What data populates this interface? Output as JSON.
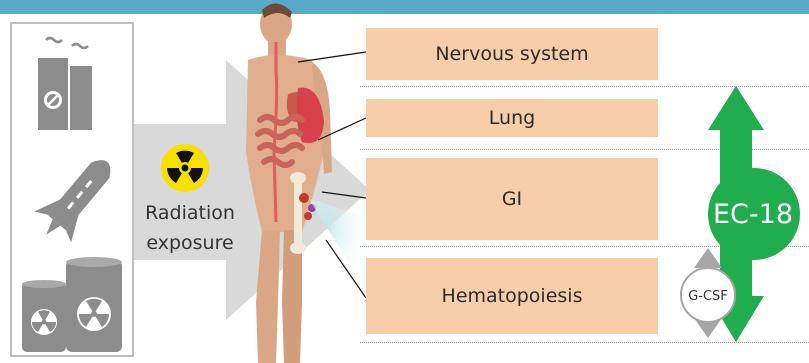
{
  "radiation": {
    "line1": "Radiation",
    "line2": "exposure"
  },
  "organs": [
    {
      "label": "Nervous system"
    },
    {
      "label": "Lung"
    },
    {
      "label": "GI"
    },
    {
      "label": "Hematopoiesis"
    }
  ],
  "treatments": {
    "primary": "EC-18",
    "secondary": "G-CSF"
  },
  "colors": {
    "organ_box": "#f8cdaa",
    "ec18_green": "#1fad4e",
    "gcsf_gray": "#a6a6a6",
    "top_bar": "#5aa9c9"
  },
  "icons": [
    "nuclear-plant-icon",
    "missile-icon",
    "radioactive-barrels-icon",
    "radiation-hazard-icon",
    "human-body-illustration"
  ]
}
